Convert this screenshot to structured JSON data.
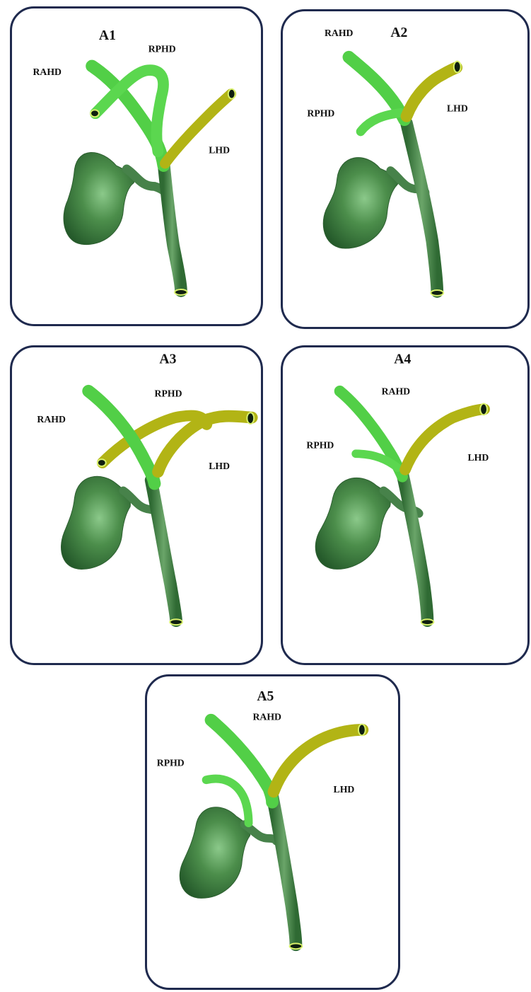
{
  "colors": {
    "panel_border": "#1f2a4e",
    "right_duct_green": "#55d44a",
    "left_duct_olive": "#b4b516",
    "common_duct_green": "#4f8a4e",
    "gallbladder_green": "#3f7f3f",
    "duct_opening": "#d8f06a"
  },
  "panels": [
    {
      "title": "A1",
      "rahd": "RAHD",
      "rphd": "RPHD",
      "lhd": "LHD"
    },
    {
      "title": "A2",
      "rahd": "RAHD",
      "rphd": "RPHD",
      "lhd": "LHD"
    },
    {
      "title": "A3",
      "rahd": "RAHD",
      "rphd": "RPHD",
      "lhd": "LHD"
    },
    {
      "title": "A4",
      "rahd": "RAHD",
      "rphd": "RPHD",
      "lhd": "LHD"
    },
    {
      "title": "A5",
      "rahd": "RAHD",
      "rphd": "RPHD",
      "lhd": "LHD"
    }
  ]
}
